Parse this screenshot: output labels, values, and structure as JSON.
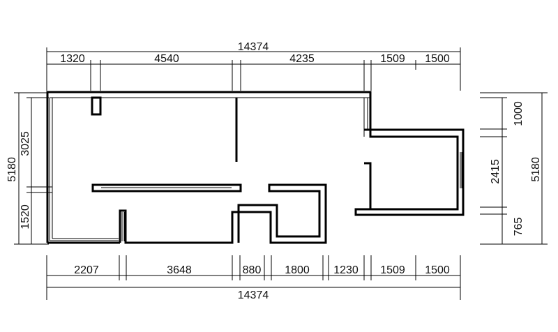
{
  "top_total": "14374",
  "top_segments": [
    "1320",
    "4540",
    "4235",
    "1509",
    "1500"
  ],
  "bottom_total": "14374",
  "bottom_segments": [
    "2207",
    "3648",
    "880",
    "1800",
    "1230",
    "1509",
    "1500"
  ],
  "left_total": "5180",
  "left_segments": [
    "3025",
    "1520"
  ],
  "right_total": "5180",
  "right_segments": [
    "1000",
    "2415",
    "765"
  ]
}
